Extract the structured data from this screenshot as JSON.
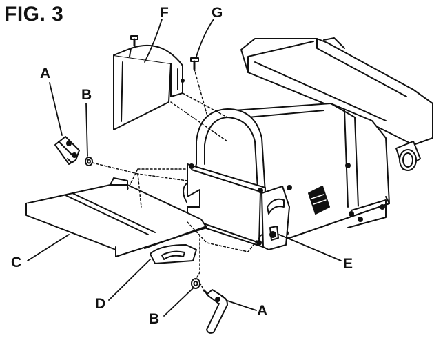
{
  "figure": {
    "title": "FIG. 3",
    "labels": {
      "a_top": "A",
      "b_top": "B",
      "c": "C",
      "d": "D",
      "b_bottom": "B",
      "a_bottom": "A",
      "e": "E",
      "f": "F",
      "g": "G"
    },
    "colors": {
      "ink": "#111111",
      "paper": "#ffffff"
    }
  }
}
